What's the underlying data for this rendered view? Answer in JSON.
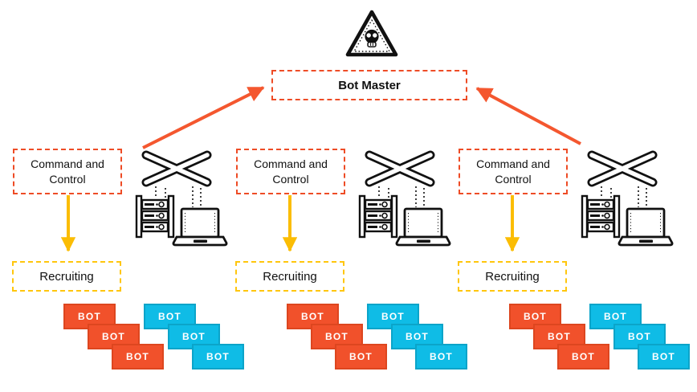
{
  "diagram": {
    "bot_master_label": "Bot Master",
    "icons": {
      "threat": "skull-warning-triangle",
      "network": "switch-cross",
      "devices": [
        "server-rack",
        "laptop"
      ]
    },
    "groups": [
      {
        "cnc_label": "Command and Control",
        "recruiting_label": "Recruiting",
        "bots": {
          "orange": [
            "BOT",
            "BOT",
            "BOT"
          ],
          "cyan": [
            "BOT",
            "BOT",
            "BOT"
          ]
        }
      },
      {
        "cnc_label": "Command and Control",
        "recruiting_label": "Recruiting",
        "bots": {
          "orange": [
            "BOT",
            "BOT",
            "BOT"
          ],
          "cyan": [
            "BOT",
            "BOT",
            "BOT"
          ]
        }
      },
      {
        "cnc_label": "Command and Control",
        "recruiting_label": "Recruiting",
        "bots": {
          "orange": [
            "BOT",
            "BOT",
            "BOT"
          ],
          "cyan": [
            "BOT",
            "BOT",
            "BOT"
          ]
        }
      }
    ],
    "colors": {
      "red_accent": "#EE4C26",
      "orange_arrow": "#F4572F",
      "yellow_accent": "#FFC60D",
      "yellow_arrow": "#FBBD04",
      "bot_orange": "#F1512B",
      "bot_cyan": "#0FBCE6"
    }
  }
}
